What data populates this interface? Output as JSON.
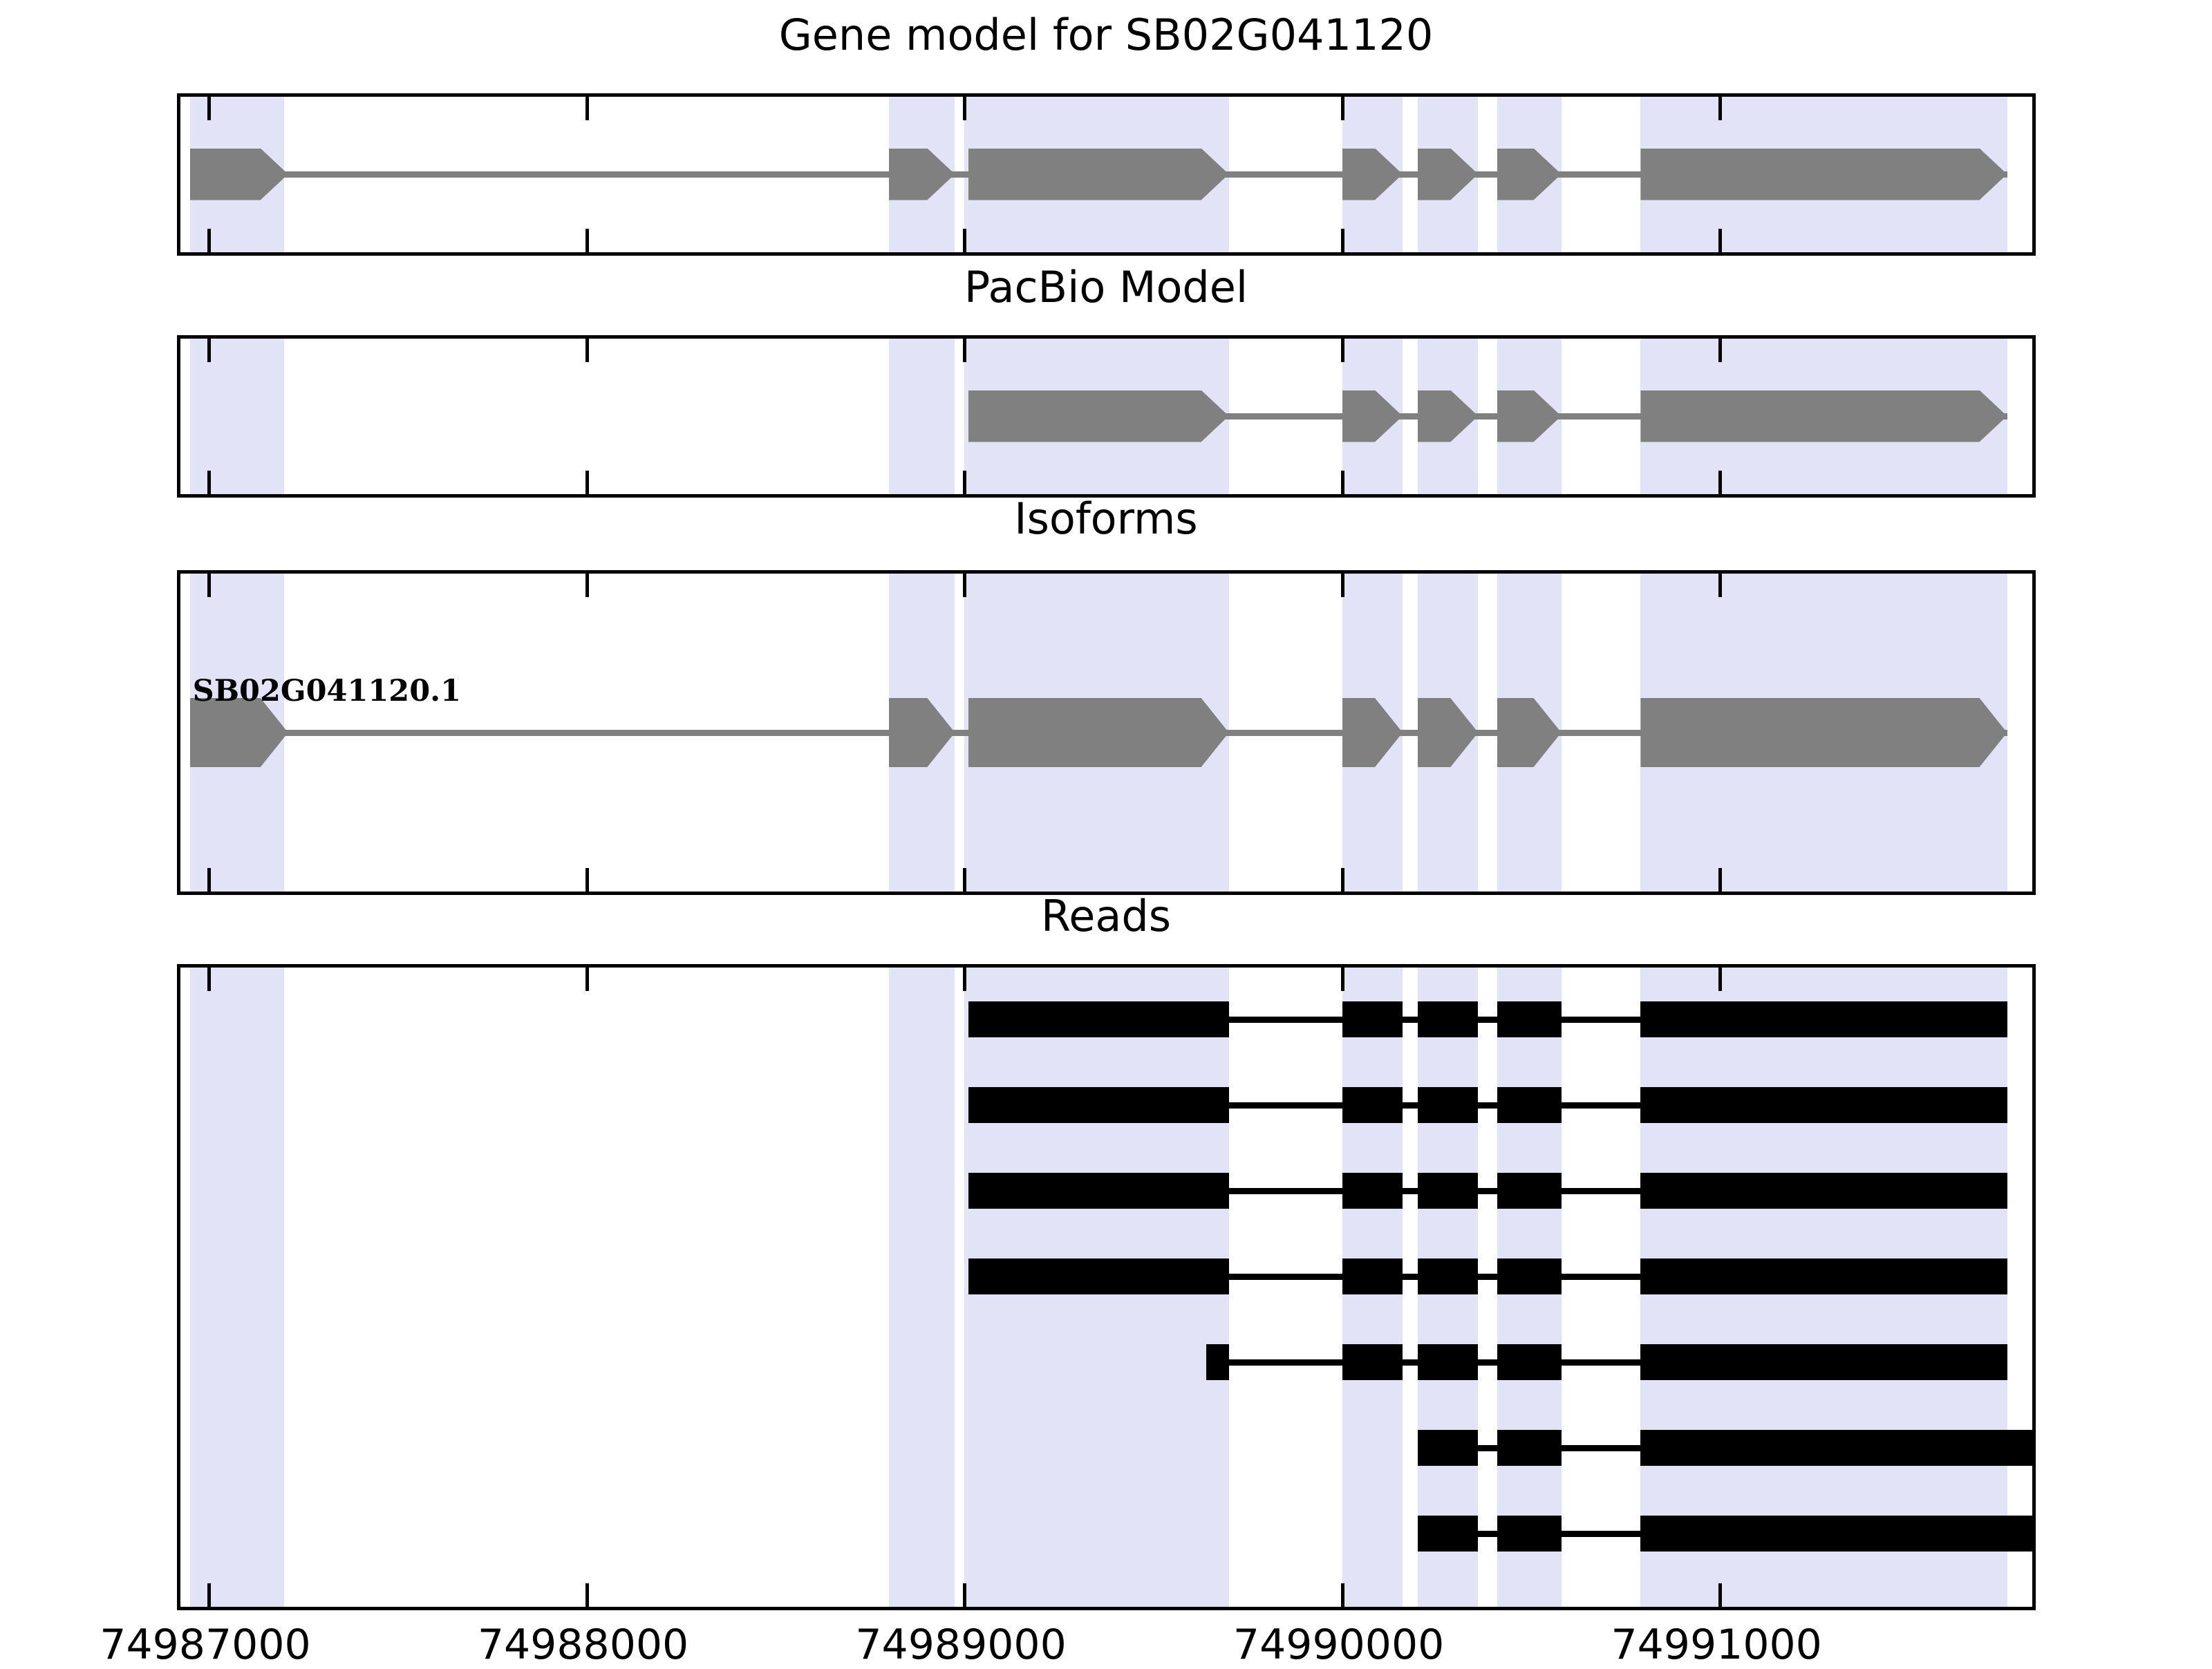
{
  "figure": {
    "background": "#ffffff",
    "exon_fill": "#808080",
    "read_fill": "#000000",
    "highlight_fill": "#e3e3f8",
    "axis_color": "#000000"
  },
  "axis": {
    "x_min": 74986925,
    "x_max": 74991845,
    "tick_labels": [
      "74987000",
      "74988000",
      "74989000",
      "74990000",
      "74991000"
    ],
    "tick_values": [
      74987000,
      74988000,
      74989000,
      74990000,
      74991000
    ]
  },
  "panels": [
    {
      "key": "gene_model",
      "title": "Gene model for SB02G041120"
    },
    {
      "key": "pacbio_model",
      "title": "PacBio Model"
    },
    {
      "key": "isoforms",
      "title": "Isoforms"
    },
    {
      "key": "reads",
      "title": "Reads"
    }
  ],
  "highlight_regions": [
    {
      "start": 74986950,
      "end": 74987200
    },
    {
      "start": 74988800,
      "end": 74988975
    },
    {
      "start": 74989000,
      "end": 74989700
    },
    {
      "start": 74990000,
      "end": 74990160
    },
    {
      "start": 74990200,
      "end": 74990360
    },
    {
      "start": 74990410,
      "end": 74990580
    },
    {
      "start": 74990790,
      "end": 74991760
    }
  ],
  "chart_data": {
    "type": "genome-browser",
    "title": "Gene model for SB02G041120",
    "gene_id": "SB02G041120",
    "xlabel": "",
    "ylabel": "",
    "xlim": [
      74986925,
      74991845
    ],
    "strand": "+",
    "tracks": [
      {
        "name": "Gene model for SB02G041120",
        "style": "exon-arrow",
        "features": [
          {
            "start": 74986950,
            "end": 74987210
          },
          {
            "start": 74988800,
            "end": 74988975
          },
          {
            "start": 74989010,
            "end": 74989700
          },
          {
            "start": 74990000,
            "end": 74990160
          },
          {
            "start": 74990200,
            "end": 74990360
          },
          {
            "start": 74990410,
            "end": 74990580
          },
          {
            "start": 74990790,
            "end": 74991760
          }
        ]
      },
      {
        "name": "PacBio Model",
        "style": "exon-arrow",
        "features": [
          {
            "start": 74989010,
            "end": 74989700
          },
          {
            "start": 74990000,
            "end": 74990160
          },
          {
            "start": 74990200,
            "end": 74990360
          },
          {
            "start": 74990410,
            "end": 74990580
          },
          {
            "start": 74990790,
            "end": 74991760
          }
        ]
      },
      {
        "name": "Isoforms",
        "style": "exon-arrow",
        "label": "SB02G041120.1",
        "features": [
          {
            "start": 74986950,
            "end": 74987210
          },
          {
            "start": 74988800,
            "end": 74988975
          },
          {
            "start": 74989010,
            "end": 74989700
          },
          {
            "start": 74990000,
            "end": 74990160
          },
          {
            "start": 74990200,
            "end": 74990360
          },
          {
            "start": 74990410,
            "end": 74990580
          },
          {
            "start": 74990790,
            "end": 74991760
          }
        ]
      },
      {
        "name": "Reads",
        "style": "block",
        "reads": [
          {
            "blocks": [
              [
                74989010,
                74989700
              ],
              [
                74990000,
                74990160
              ],
              [
                74990200,
                74990360
              ],
              [
                74990410,
                74990580
              ],
              [
                74990790,
                74991760
              ]
            ]
          },
          {
            "blocks": [
              [
                74989010,
                74989700
              ],
              [
                74990000,
                74990160
              ],
              [
                74990200,
                74990360
              ],
              [
                74990410,
                74990580
              ],
              [
                74990790,
                74991760
              ]
            ]
          },
          {
            "blocks": [
              [
                74989010,
                74989700
              ],
              [
                74990000,
                74990160
              ],
              [
                74990200,
                74990360
              ],
              [
                74990410,
                74990580
              ],
              [
                74990790,
                74991760
              ]
            ]
          },
          {
            "blocks": [
              [
                74989010,
                74989700
              ],
              [
                74990000,
                74990160
              ],
              [
                74990200,
                74990360
              ],
              [
                74990410,
                74990580
              ],
              [
                74990790,
                74991760
              ]
            ]
          },
          {
            "blocks": [
              [
                74989640,
                74989700
              ],
              [
                74990000,
                74990160
              ],
              [
                74990200,
                74990360
              ],
              [
                74990410,
                74990580
              ],
              [
                74990790,
                74991760
              ]
            ]
          },
          {
            "blocks": [
              [
                74990200,
                74990360
              ],
              [
                74990410,
                74990580
              ],
              [
                74990790,
                74991845
              ]
            ]
          },
          {
            "blocks": [
              [
                74990200,
                74990360
              ],
              [
                74990410,
                74990580
              ],
              [
                74990790,
                74991845
              ]
            ]
          }
        ]
      }
    ]
  }
}
